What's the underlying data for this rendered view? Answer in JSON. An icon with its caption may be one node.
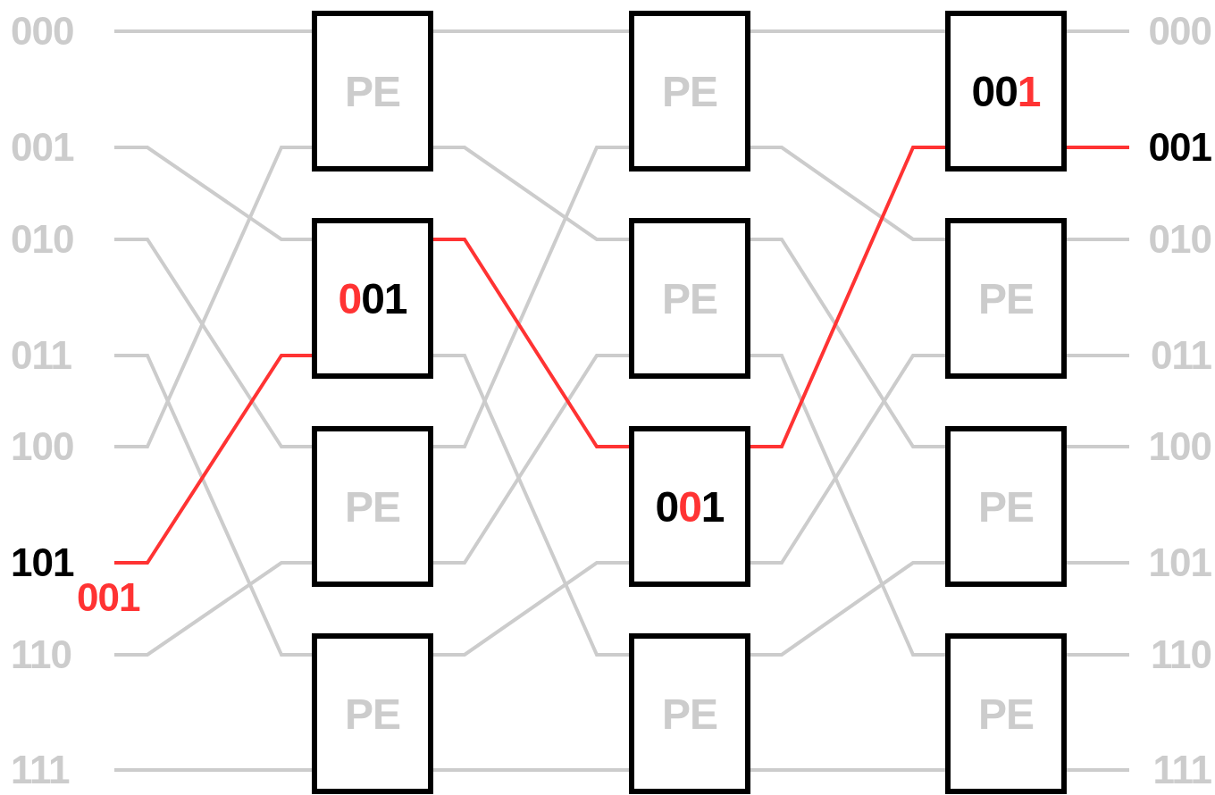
{
  "diagram": {
    "nodes": [
      {
        "text": [
          "000"
        ]
      },
      {
        "text": [
          "001"
        ]
      },
      {
        "text": [
          "010"
        ]
      },
      {
        "text": [
          "011"
        ]
      },
      {
        "text": [
          "100"
        ]
      },
      {
        "text": [
          "101"
        ],
        "beside": [
          "001"
        ]
      },
      {
        "text": [
          "110"
        ]
      },
      {
        "text": [
          "111"
        ]
      },
      {
        "text": [
          "PE"
        ]
      },
      {
        "text": [
          "001"
        ]
      },
      {
        "text": [
          "PE"
        ]
      },
      {
        "text": [
          "PE"
        ]
      },
      {
        "text": [
          "PE"
        ]
      },
      {
        "text": [
          "PE"
        ]
      },
      {
        "text": [
          "001"
        ]
      },
      {
        "text": [
          "PE"
        ]
      },
      {
        "text": [
          "001"
        ]
      },
      {
        "text": [
          "PE"
        ]
      },
      {
        "text": [
          "PE"
        ]
      },
      {
        "text": [
          "PE"
        ]
      },
      {
        "text": [
          "000"
        ]
      },
      {
        "text": [
          "001"
        ]
      },
      {
        "text": [
          "010"
        ]
      },
      {
        "text": [
          "011"
        ]
      },
      {
        "text": [
          "100"
        ]
      },
      {
        "text": [
          "101"
        ]
      },
      {
        "text": [
          "110"
        ]
      },
      {
        "text": [
          "111"
        ]
      }
    ],
    "edges": [
      {
        "from": 0,
        "to": 8,
        "arrow": "none"
      },
      {
        "from": 1,
        "to": 9,
        "arrow": "none"
      },
      {
        "from": 2,
        "to": 10,
        "arrow": "none"
      },
      {
        "from": 3,
        "to": 11,
        "arrow": "none"
      },
      {
        "from": 4,
        "to": 8,
        "arrow": "none"
      },
      {
        "from": 5,
        "to": 9,
        "arrow": "none",
        "color": "#ff3333"
      },
      {
        "from": 6,
        "to": 10,
        "arrow": "none"
      },
      {
        "from": 7,
        "to": 11,
        "arrow": "none"
      },
      {
        "from": 8,
        "to": 12,
        "arrow": "none"
      },
      {
        "from": 8,
        "to": 13,
        "arrow": "none"
      },
      {
        "from": 9,
        "to": 14,
        "arrow": "none",
        "color": "#ff3333"
      },
      {
        "from": 9,
        "to": 15,
        "arrow": "none"
      },
      {
        "from": 10,
        "to": 12,
        "arrow": "none"
      },
      {
        "from": 10,
        "to": 13,
        "arrow": "none"
      },
      {
        "from": 11,
        "to": 14,
        "arrow": "none"
      },
      {
        "from": 11,
        "to": 15,
        "arrow": "none"
      },
      {
        "from": 12,
        "to": 16,
        "arrow": "none"
      },
      {
        "from": 12,
        "to": 17,
        "arrow": "none"
      },
      {
        "from": 13,
        "to": 18,
        "arrow": "none"
      },
      {
        "from": 13,
        "to": 19,
        "arrow": "none"
      },
      {
        "from": 14,
        "to": 16,
        "arrow": "none",
        "color": "#ff3333"
      },
      {
        "from": 14,
        "to": 17,
        "arrow": "none"
      },
      {
        "from": 15,
        "to": 18,
        "arrow": "none"
      },
      {
        "from": 15,
        "to": 19,
        "arrow": "none"
      },
      {
        "from": 16,
        "to": 20,
        "arrow": "none"
      },
      {
        "from": 16,
        "to": 21,
        "arrow": "none",
        "color": "#ff3333"
      },
      {
        "from": 17,
        "to": 22,
        "arrow": "none"
      },
      {
        "from": 17,
        "to": 23,
        "arrow": "none"
      },
      {
        "from": 18,
        "to": 24,
        "arrow": "none"
      },
      {
        "from": 18,
        "to": 25,
        "arrow": "none"
      },
      {
        "from": 19,
        "to": 26,
        "arrow": "none"
      },
      {
        "from": 19,
        "to": 27,
        "arrow": "none"
      }
    ]
  }
}
